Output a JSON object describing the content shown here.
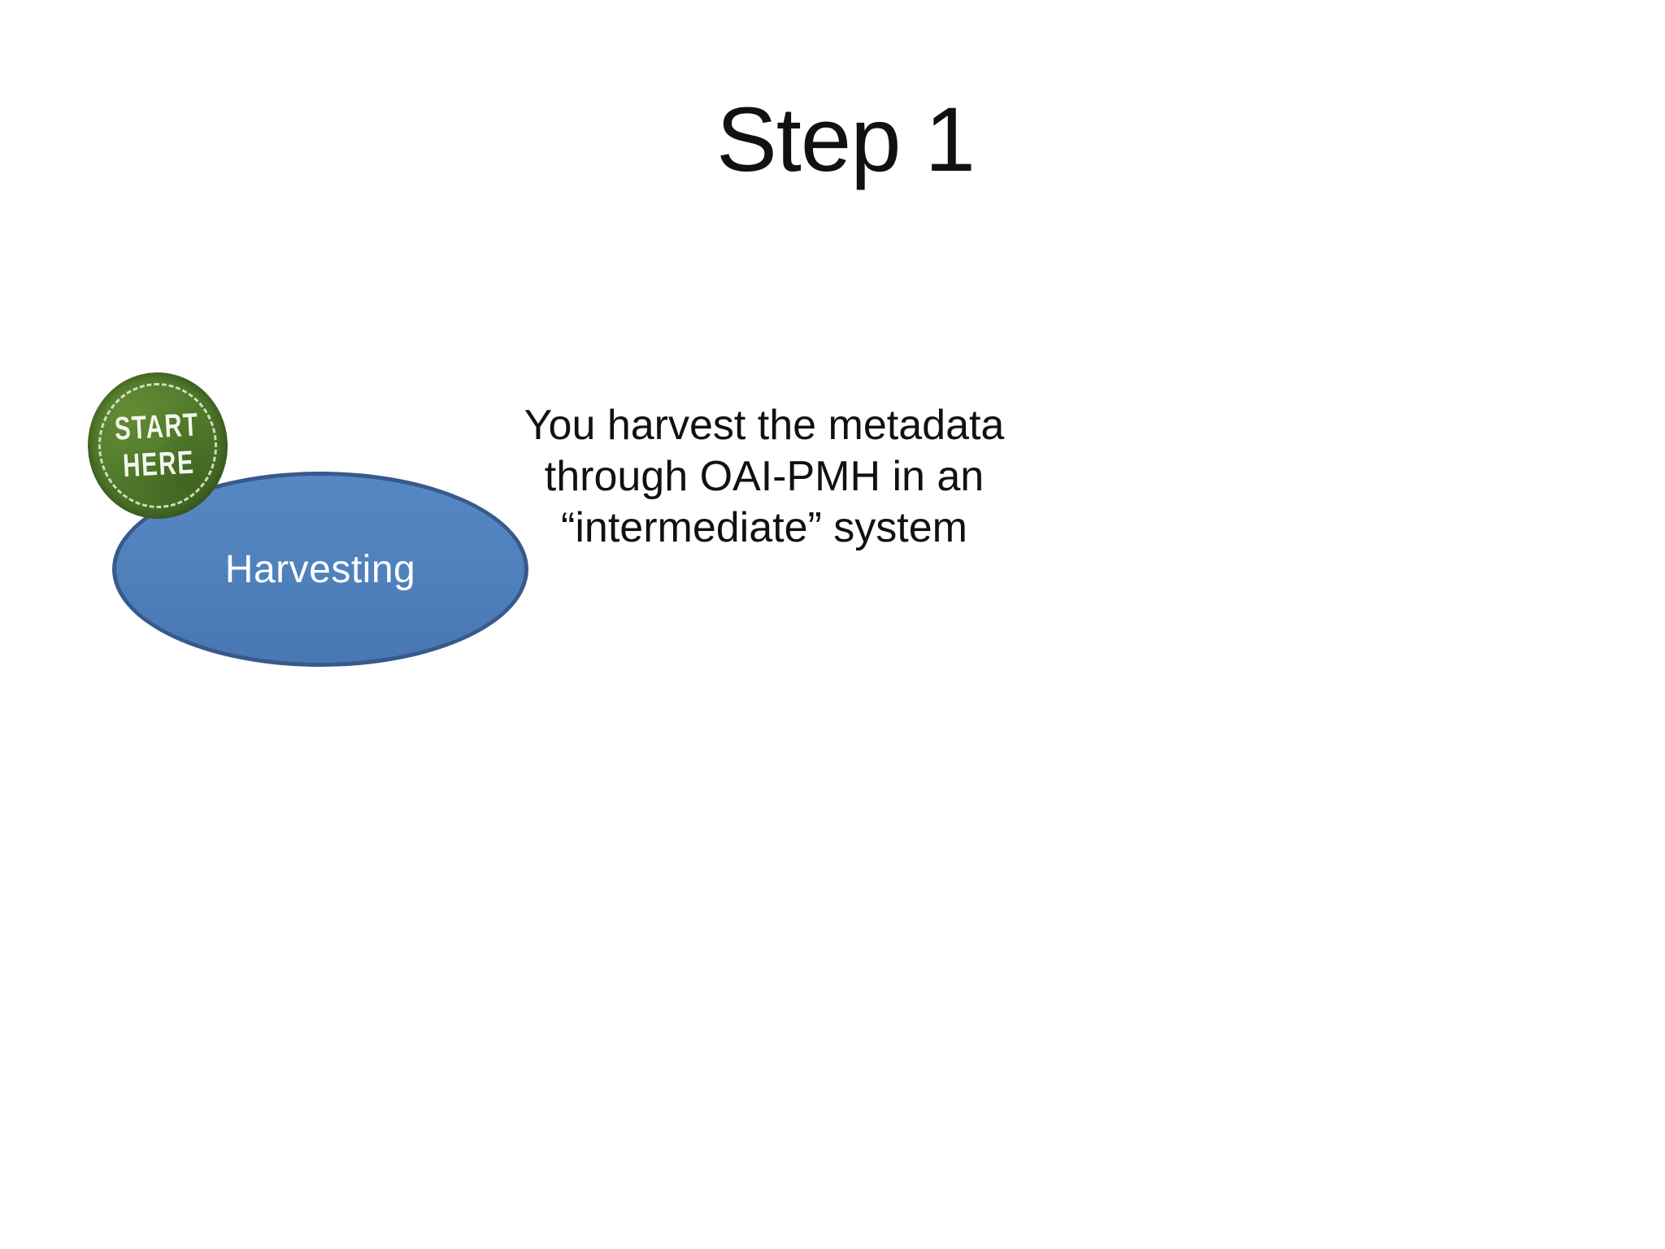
{
  "slide": {
    "title": "Step 1",
    "badge": {
      "name": "start-here-stamp",
      "line1": "START",
      "line2": "HERE"
    },
    "shape": {
      "label": "Harvesting"
    },
    "description": {
      "lines": [
        "You harvest the metadata",
        "through OAI-PMH in an",
        "“intermediate” system"
      ]
    },
    "colors": {
      "ellipse_fill": "#4f81bd",
      "ellipse_border": "#38598c",
      "badge_green": "#527c2c",
      "badge_green_dark": "#3c5d20",
      "badge_text": "#f3f7ea",
      "title_text": "#111111",
      "body_text": "#111111",
      "shape_text": "#ffffff",
      "background": "#ffffff"
    }
  }
}
